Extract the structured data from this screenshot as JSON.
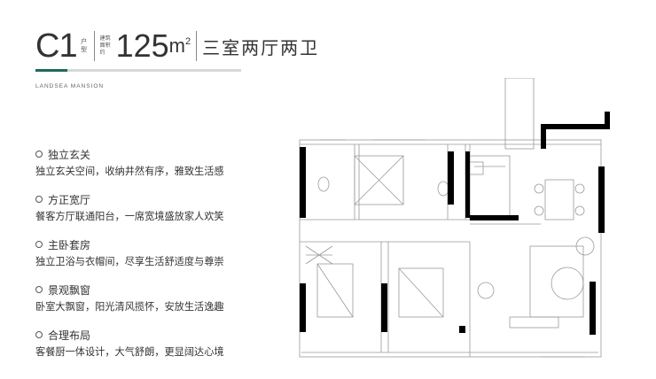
{
  "header": {
    "code": "C1",
    "type_label": "户型",
    "building_label": "建筑面积约",
    "area_value": "125",
    "area_unit": "m",
    "area_unit_power": "2",
    "rooms": "三室两厅两卫"
  },
  "brand": "LANDSEA MANSION",
  "features": [
    {
      "title": "独立玄关",
      "desc": "独立玄关空间，收纳井然有序，雅致生活感"
    },
    {
      "title": "方正宽厅",
      "desc": "餐客方厅联通阳台，一席宽境盛放家人欢笑"
    },
    {
      "title": "主卧套房",
      "desc": "独立卫浴与衣帽间，尽享生活舒适度与尊崇"
    },
    {
      "title": "景观飘窗",
      "desc": "卧室大飘窗，阳光清风揽怀，安放生活逸趣"
    },
    {
      "title": "合理布局",
      "desc": "客餐厨一体设计，大气舒朗，更显阔达心境"
    }
  ],
  "colors": {
    "accent": "#1d6a5b",
    "rule_grey": "#d7d7d7",
    "wall": "#000000",
    "line": "#888888"
  }
}
